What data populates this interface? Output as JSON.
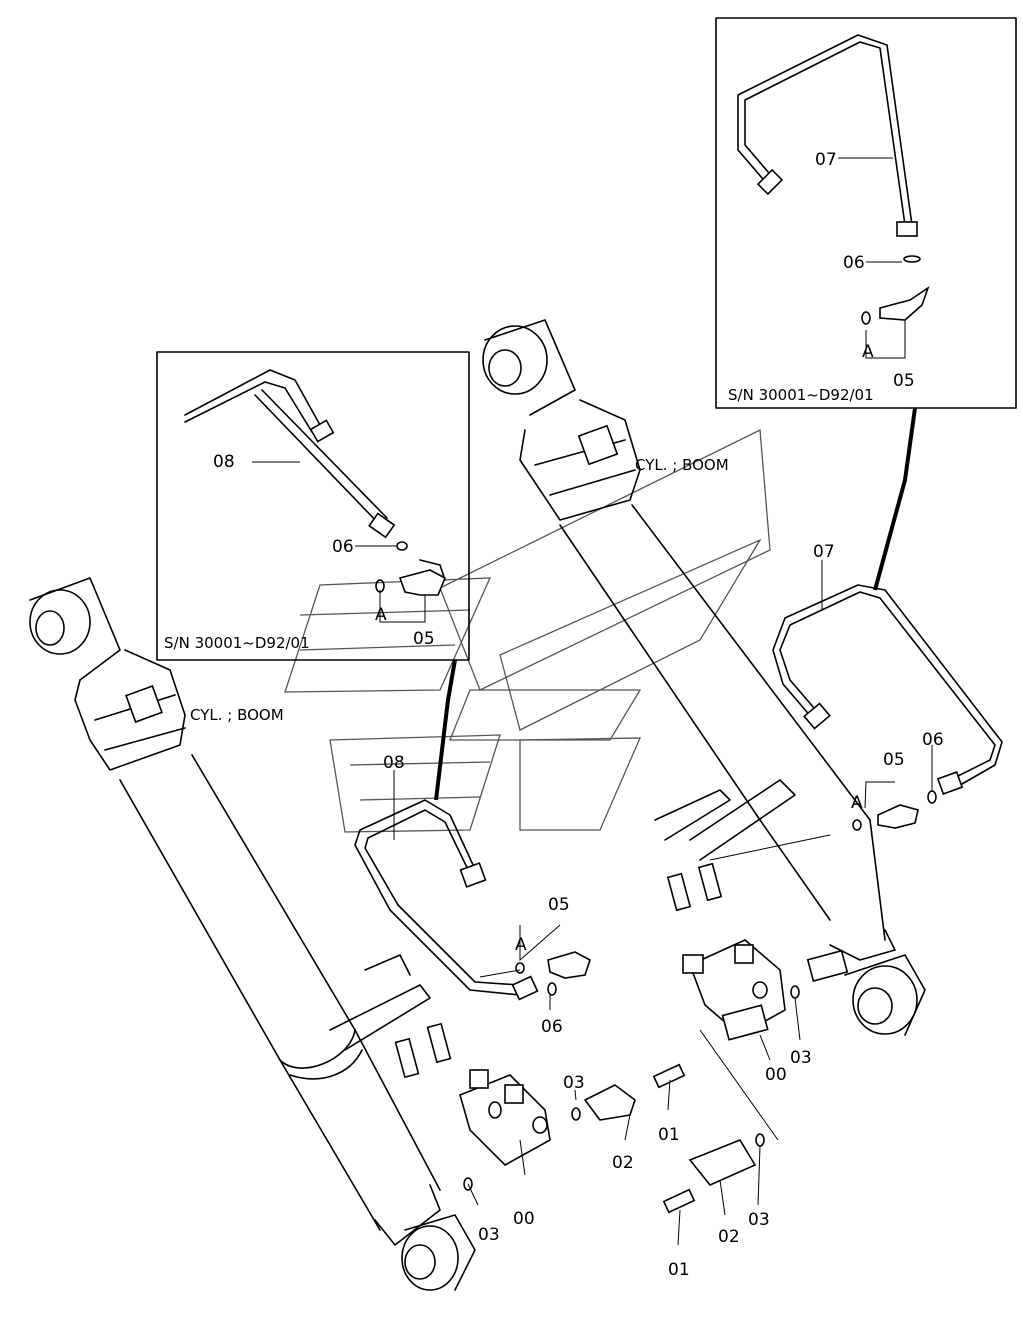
{
  "diagram": {
    "cylinder_label": "CYL. ; BOOM",
    "inset_label": "S/N 30001~D92/01",
    "part_numbers": {
      "p00": "00",
      "p01": "01",
      "p02": "02",
      "p03": "03",
      "p05": "05",
      "p06": "06",
      "p07": "07",
      "p08": "08"
    },
    "detail_marker": "A"
  }
}
